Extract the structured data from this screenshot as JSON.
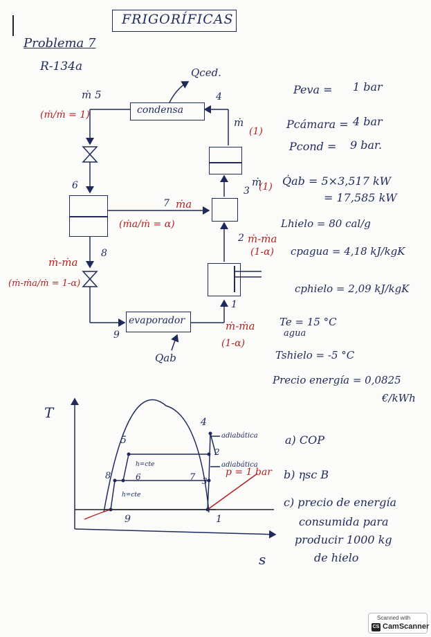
{
  "header": {
    "title": "FRIGORÍFICAS",
    "problem": "Problema 7",
    "refrigerant": "R-134a"
  },
  "diagram": {
    "condenser_label": "condensa",
    "evaporator_label": "evaporador",
    "qced": "Qced.",
    "qab": "Qab",
    "states": [
      "1",
      "2",
      "3",
      "4",
      "5",
      "6",
      "7",
      "8",
      "9"
    ],
    "m_top": "ṁ 5",
    "ratio_top": "(ṁ/ṁ = 1)",
    "m_4": "ṁ",
    "one_4": "(1)",
    "m_3": "ṁ",
    "one_3": "(1)",
    "ma_7": "ṁa",
    "alpha": "(ṁa/ṁ = α)",
    "m_2": "ṁ-ṁa",
    "one_minus_alpha_2": "(1-α)",
    "m_8": "ṁ-ṁa",
    "ratio_8": "(ṁ-ṁa/ṁ = 1-α)",
    "m_1": "ṁ-ṁa",
    "one_minus_alpha_1": "(1-α)"
  },
  "data": {
    "peva": "Peva =",
    "peva_val": "1 bar",
    "pcamara": "Pcámara =",
    "pcamara_val": "4 bar",
    "pcond": "Pcond =",
    "pcond_val": "9 bar.",
    "qab_calc": "Q̇ab = 5×3,517 kW",
    "qab_result": "= 17,585 kW",
    "lhielo": "Lhielo = 80 cal/g",
    "cpagua": "cpagua = 4,18 kJ/kgK",
    "cphielo": "cphielo = 2,09 kJ/kgK",
    "te": "Te = 15 °C",
    "te_sub": "agua",
    "tshielo": "Tshielo = -5 °C",
    "precio": "Precio energía = 0,0825",
    "precio_unit": "€/kWh"
  },
  "ts": {
    "axis_t": "T",
    "axis_s": "s",
    "adiabatica": "adiabática",
    "hcte1": "h=cte",
    "hcte2": "h=cte",
    "pline": "p = 1 bar",
    "points": [
      "1",
      "2",
      "3",
      "4",
      "5",
      "6",
      "7",
      "8",
      "9"
    ]
  },
  "questions": {
    "a": "a) COP",
    "b": "b) ηsc B",
    "c1": "c) precio de energía",
    "c2": "consumida para",
    "c3": "producir 1000 kg",
    "c4": "de hielo"
  },
  "scanner": {
    "line1": "Scanned with",
    "line2": "CamScanner",
    "logo": "CS"
  }
}
